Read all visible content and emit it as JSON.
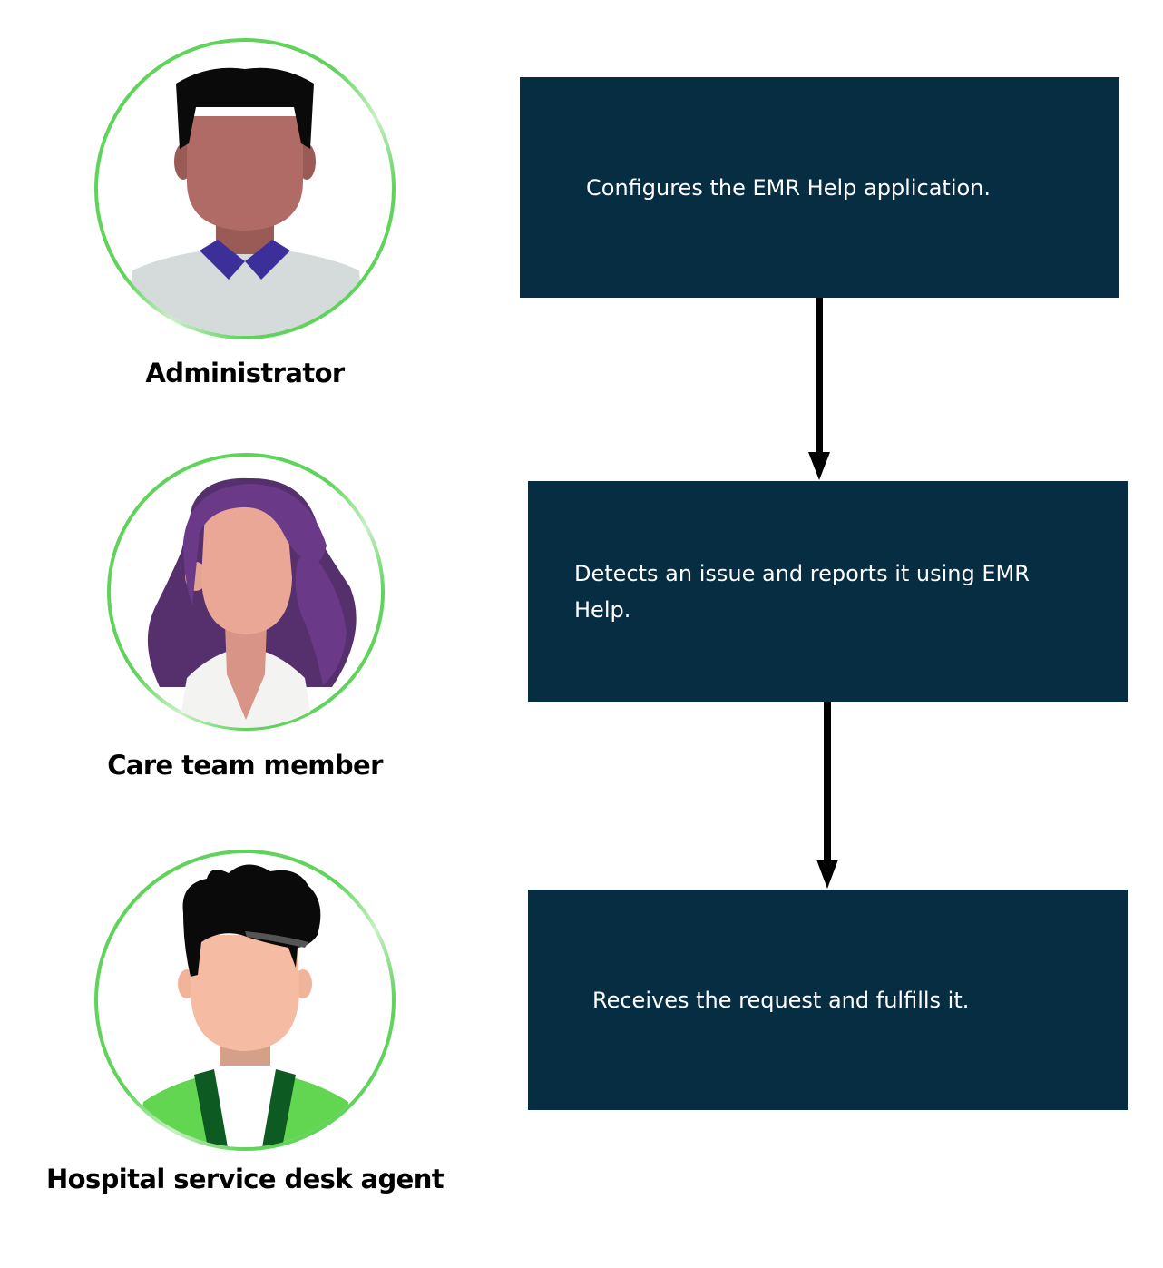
{
  "roles": [
    {
      "label": "Administrator",
      "avatar_icon": "administrator-avatar-icon"
    },
    {
      "label": "Care team member",
      "avatar_icon": "care-team-member-avatar-icon"
    },
    {
      "label": "Hospital service desk agent",
      "avatar_icon": "service-desk-agent-avatar-icon"
    }
  ],
  "steps": [
    {
      "text": "Configures the EMR Help application."
    },
    {
      "text": "Detects an issue and reports it using EMR Help."
    },
    {
      "text": "Receives the request and fulfills it."
    }
  ],
  "colors": {
    "box_fill": "#062d42",
    "box_text": "#ffffff",
    "ring": "#5fd35a",
    "arrow": "#000000"
  }
}
